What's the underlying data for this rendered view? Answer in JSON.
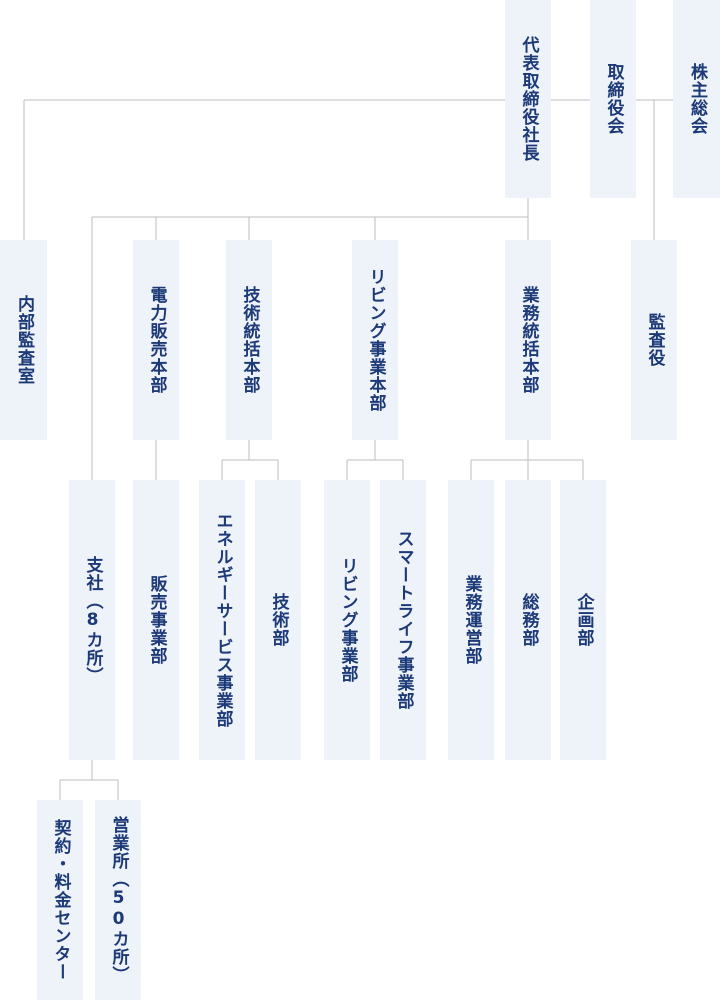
{
  "units": {
    "president": "代表取締役社長",
    "board": "取締役会",
    "shareholders": "株主総会",
    "internal_audit": "内部監査室",
    "power_sales_hq": "電力販売本部",
    "tech_hq": "技術統括本部",
    "living_hq": "リビング事業本部",
    "business_hq": "業務統括本部",
    "auditor": "監査役",
    "branches": "支社（8カ所）",
    "sales_dept": "販売事業部",
    "energy_service_dept": "エネルギーサービス事業部",
    "tech_dept": "技術部",
    "living_dept": "リビング事業部",
    "smart_life_dept": "スマートライフ事業部",
    "business_ops_dept": "業務運営部",
    "general_affairs_dept": "総務部",
    "planning_dept": "企画部",
    "contract_center": "契約・料金センター",
    "sales_offices": "営業所（50カ所）"
  }
}
